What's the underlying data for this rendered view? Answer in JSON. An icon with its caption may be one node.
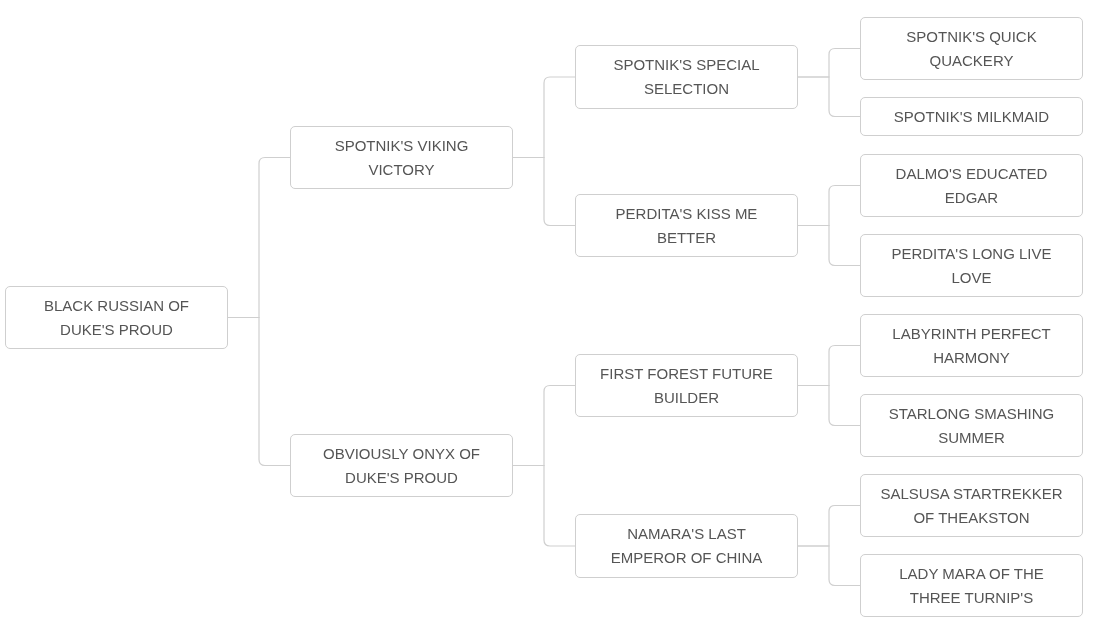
{
  "diagram": {
    "nodes": [
      {
        "text": [
          "BLACK RUSSIAN OF DUKE'S PROUD"
        ]
      },
      {
        "text": [
          "SPOTNIK'S VIKING VICTORY"
        ]
      },
      {
        "text": [
          "SPOTNIK'S SPECIAL SELECTION"
        ]
      },
      {
        "text": [
          "SPOTNIK'S QUICK QUACKERY"
        ]
      },
      {
        "text": [
          "SPOTNIK'S MILKMAID"
        ]
      },
      {
        "text": [
          "PERDITA'S KISS ME BETTER"
        ]
      },
      {
        "text": [
          "DALMO'S EDUCATED EDGAR"
        ]
      },
      {
        "text": [
          "PERDITA'S LONG LIVE LOVE"
        ]
      },
      {
        "text": [
          "OBVIOUSLY ONYX OF DUKE'S PROUD"
        ]
      },
      {
        "text": [
          "FIRST FOREST FUTURE BUILDER"
        ]
      },
      {
        "text": [
          "LABYRINTH PERFECT HARMONY"
        ]
      },
      {
        "text": [
          "STARLONG SMASHING SUMMER"
        ]
      },
      {
        "text": [
          "NAMARA'S LAST EMPEROR OF CHINA"
        ]
      },
      {
        "text": [
          "SALSUSA STARTREKKER OF THEAKSTON"
        ]
      },
      {
        "text": [
          "LADY MARA OF THE THREE TURNIP'S"
        ]
      }
    ],
    "edges": [
      {
        "from": 0,
        "to": 1,
        "arrow": "none"
      },
      {
        "from": 0,
        "to": 8,
        "arrow": "none"
      },
      {
        "from": 1,
        "to": 2,
        "arrow": "none"
      },
      {
        "from": 1,
        "to": 5,
        "arrow": "none"
      },
      {
        "from": 2,
        "to": 3,
        "arrow": "none"
      },
      {
        "from": 2,
        "to": 4,
        "arrow": "none"
      },
      {
        "from": 5,
        "to": 6,
        "arrow": "none"
      },
      {
        "from": 5,
        "to": 7,
        "arrow": "none"
      },
      {
        "from": 8,
        "to": 9,
        "arrow": "none"
      },
      {
        "from": 8,
        "to": 12,
        "arrow": "none"
      },
      {
        "from": 9,
        "to": 10,
        "arrow": "none"
      },
      {
        "from": 9,
        "to": 11,
        "arrow": "none"
      },
      {
        "from": 12,
        "to": 13,
        "arrow": "none"
      },
      {
        "from": 12,
        "to": 14,
        "arrow": "none"
      }
    ]
  }
}
